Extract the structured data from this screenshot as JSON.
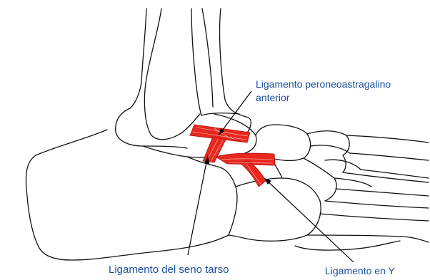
{
  "labels": {
    "ligament_atfl_line1": "Ligamento peroneoastragalino",
    "ligament_atfl_line2": "anterior",
    "ligament_sinus_tarsi": "Ligamento  del seno tarso",
    "ligament_y": "Ligamento en Y"
  },
  "colors": {
    "ligament": "#e8281e",
    "label_text": "#1a4fa0",
    "outline": "#111111"
  }
}
